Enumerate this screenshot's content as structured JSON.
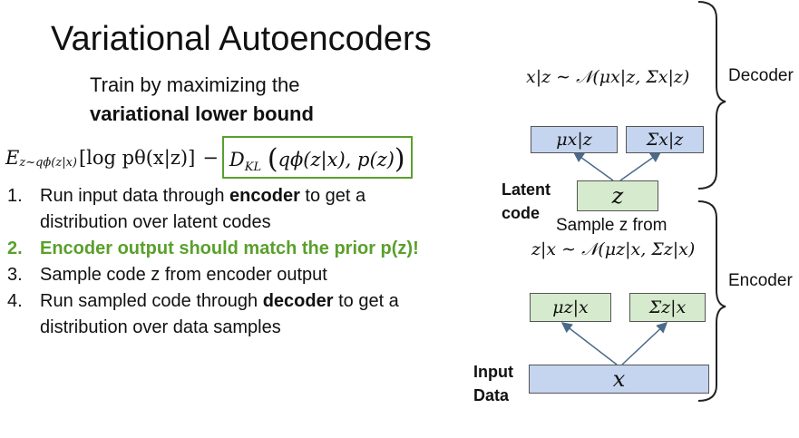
{
  "title": "Variational Autoencoders",
  "subtitle": {
    "line1": "Train by maximizing the",
    "line2": "variational lower bound"
  },
  "formula": {
    "expectation": "E",
    "expectation_sub": "z~qϕ(z|x)",
    "log_term": "[log pθ(x|z)]",
    "minus": "−",
    "kl": "D",
    "kl_sub": "KL",
    "kl_args": "qϕ(z|x), p(z)"
  },
  "steps": [
    {
      "num": "1.",
      "pre": "Run input data through ",
      "bold": "encoder",
      "post": " to get a distribution over latent codes"
    },
    {
      "num": "2.",
      "text": "Encoder output should match the prior p(z)!"
    },
    {
      "num": "3.",
      "text": "Sample code z from encoder output"
    },
    {
      "num": "4.",
      "pre": "Run sampled code through ",
      "bold": "decoder",
      "post": " to get a distribution over data samples"
    }
  ],
  "diagram": {
    "decoder_dist": "x|z ∼ 𝒩(μx|z, Σx|z)",
    "mu_xz": "μx|z",
    "sigma_xz": "Σx|z",
    "z_node": "z",
    "latent_label_1": "Latent",
    "latent_label_2": "code",
    "sample_text": "Sample z from",
    "encoder_dist": "z|x ∼ 𝒩(μz|x, Σz|x)",
    "mu_zx": "μz|x",
    "sigma_zx": "Σz|x",
    "x_node": "x",
    "input_label_1": "Input",
    "input_label_2": "Data",
    "decoder_label": "Decoder",
    "encoder_label": "Encoder"
  },
  "colors": {
    "highlight_green": "#5aa02c",
    "node_blue": "#c5d5ef",
    "node_green": "#d6ebcd"
  }
}
